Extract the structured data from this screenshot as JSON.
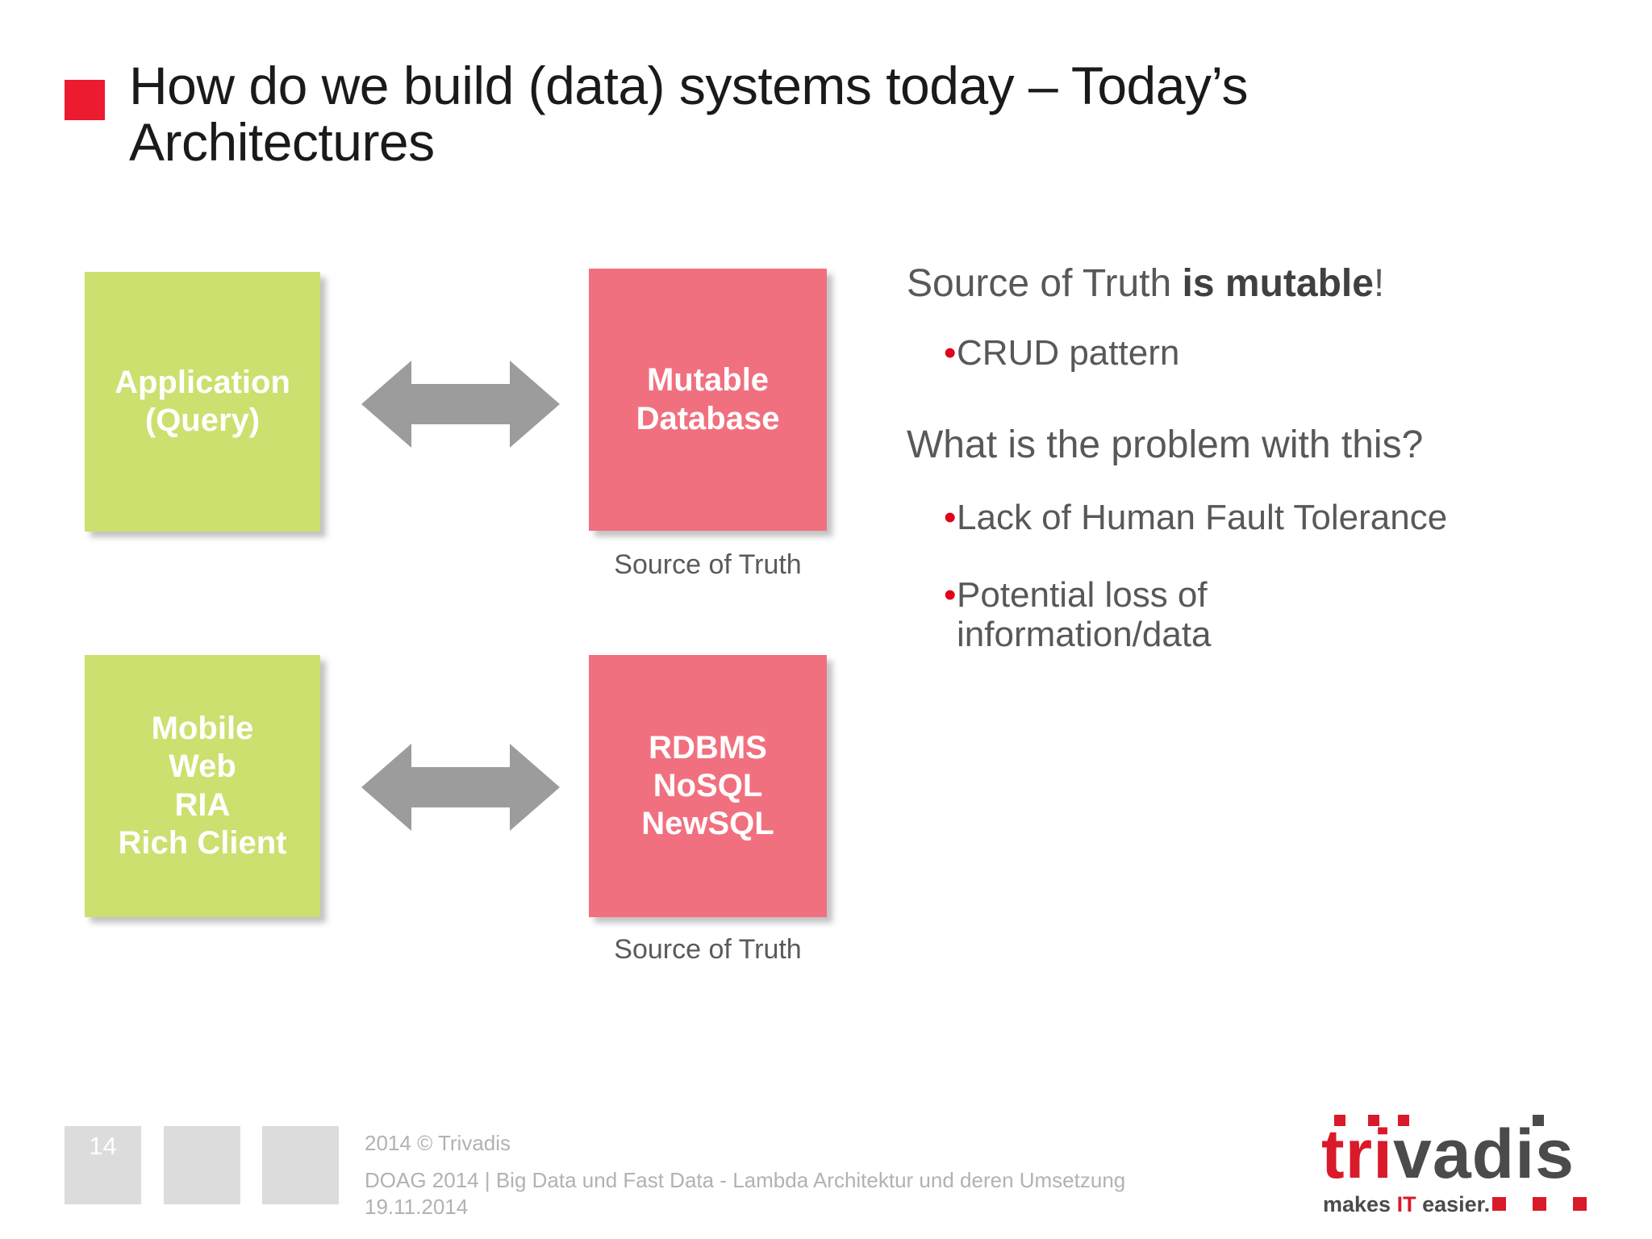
{
  "slide": {
    "title": "How do we build (data) systems today – Today’s\nArchitectures",
    "bullet_icon": "red-square-bullet",
    "accent_red": "#ed1b2f",
    "green": "#cbe06e",
    "pink": "#f1707f",
    "arrow_gray": "#9c9c9c"
  },
  "diagram": {
    "boxes": [
      {
        "id": "application",
        "label": "Application\n(Query)",
        "color": "#cbe06e",
        "caption": ""
      },
      {
        "id": "mutable-database",
        "label": "Mutable\nDatabase",
        "color": "#f1707f",
        "caption": "Source of Truth"
      },
      {
        "id": "clients",
        "label": "Mobile\nWeb\nRIA\nRich Client",
        "color": "#cbe06e",
        "caption": ""
      },
      {
        "id": "datastores",
        "label": "RDBMS\nNoSQL\nNewSQL",
        "color": "#f1707f",
        "caption": "Source of Truth"
      }
    ],
    "connectors": [
      {
        "id": "arrow-top",
        "type": "double-arrow-icon"
      },
      {
        "id": "arrow-bottom",
        "type": "double-arrow-icon"
      }
    ]
  },
  "notes": {
    "heading_1_plain": "Source of Truth ",
    "heading_1_bold": "is mutable",
    "heading_1_tail": "!",
    "heading_2": "What is the problem with this?",
    "bullets": [
      {
        "marker": "•",
        "text": "CRUD pattern"
      },
      {
        "marker": "•",
        "text": "Lack of Human Fault Tolerance"
      },
      {
        "marker": "•",
        "text": "Potential loss of\ninformation/data"
      }
    ]
  },
  "footer": {
    "page_number": "14",
    "copyright": "2014 © Trivadis",
    "meta": "DOAG 2014 | Big Data und Fast Data - Lambda Architektur und deren Umsetzung\n19.11.2014"
  },
  "logo": {
    "name_red": "tri",
    "name_gray": "vadis",
    "tagline_pre": "makes ",
    "tagline_accent": "IT",
    "tagline_post": " easier."
  }
}
